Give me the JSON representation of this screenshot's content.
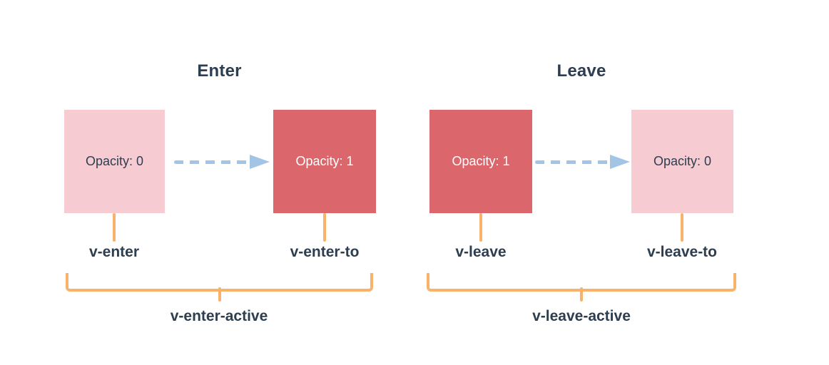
{
  "diagram": {
    "description": "Vue transition classes timeline diagram",
    "colors": {
      "box_faded_pink": "#f6ccd2",
      "box_solid_red": "#db666b",
      "arrow_blue": "#a2c4e5",
      "brace_orange": "#f8b26a",
      "text_dark": "#2c3e50",
      "background": "#ffffff"
    },
    "enter": {
      "title": "Enter",
      "from_box": {
        "text": "Opacity: 0"
      },
      "to_box": {
        "text": "Opacity: 1"
      },
      "from_label": "v-enter",
      "to_label": "v-enter-to",
      "active_label": "v-enter-active"
    },
    "leave": {
      "title": "Leave",
      "from_box": {
        "text": "Opacity: 1"
      },
      "to_box": {
        "text": "Opacity: 0"
      },
      "from_label": "v-leave",
      "to_label": "v-leave-to",
      "active_label": "v-leave-active"
    }
  }
}
